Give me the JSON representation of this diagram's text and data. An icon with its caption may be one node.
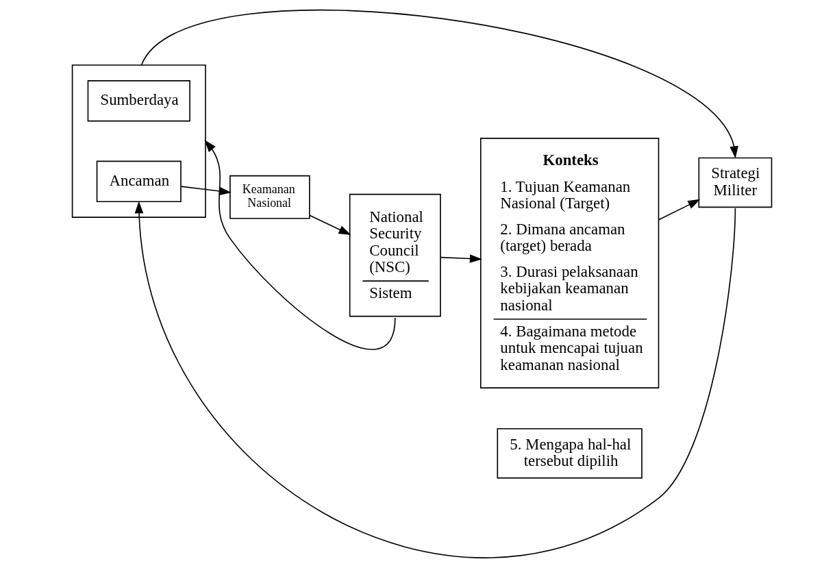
{
  "diagram": {
    "nodes": [
      {
        "text": [],
        "shape": "box"
      },
      {
        "text": [
          "Sumberdaya"
        ],
        "in": 0
      },
      {
        "text": [
          "Ancaman"
        ],
        "in": 0
      },
      {
        "text": [
          "Keamanan Nasional"
        ]
      },
      {
        "text": [
          "National Security Council (NSC)",
          "Sistem"
        ]
      },
      {
        "text": [
          "Konteks",
          "1. Tujuan Keamanan Nasional (Target)",
          "2. Dimana ancaman (target) berada",
          "3. Durasi pelaksanaan kebijakan keamanan nasional",
          "4. Bagaimana metode untuk mencapai tujuan keamanan nasional"
        ]
      },
      {
        "text": [
          "Strategi Militer"
        ]
      },
      {
        "text": [
          "5. Mengapa hal-hal tersebut dipilih"
        ]
      }
    ],
    "edges": [
      {
        "from": 2,
        "to": 3,
        "arrow": "to"
      },
      {
        "from": 3,
        "to": 4,
        "arrow": "to"
      },
      {
        "from": 4,
        "to": 5,
        "arrow": "to"
      },
      {
        "from": 4,
        "to": 0,
        "arrow": "to"
      },
      {
        "from": 5,
        "to": 6,
        "arrow": "to"
      },
      {
        "from": 0,
        "to": 6,
        "arrow": "to"
      },
      {
        "from": 6,
        "to": 2,
        "arrow": "to"
      }
    ]
  }
}
